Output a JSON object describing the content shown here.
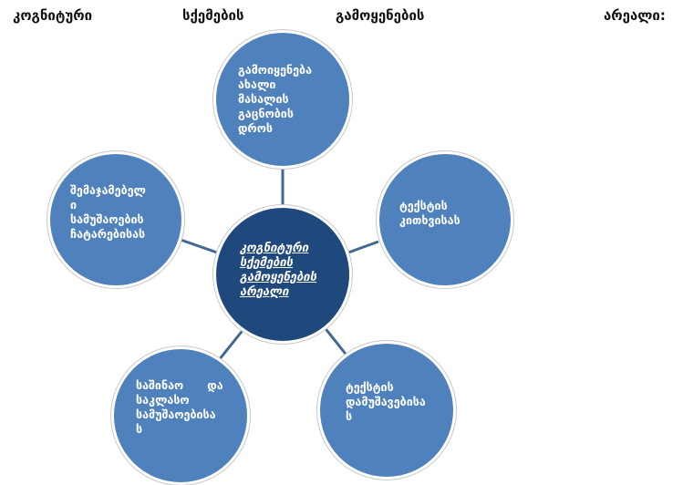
{
  "title": [
    "კოგნიტური",
    "სქემების",
    "გამოყენების",
    "არეალი:"
  ],
  "center": {
    "lines": [
      "კოგნიტური",
      "სქემების",
      "გამოყენების",
      "არეალი"
    ]
  },
  "nodes": {
    "top": {
      "lines": [
        "გამოიყენება",
        "ახალი",
        "მასალის",
        "გაცნობის",
        "დროს"
      ]
    },
    "right": {
      "lines": [
        "ტექსტის",
        "კითხვისას"
      ]
    },
    "left": {
      "lines": [
        "შემაჯამებელ",
        "ი",
        "სამუშაოების",
        "ჩატარებისას"
      ]
    },
    "bottom_left": {
      "lines": [
        "საშინაო      და",
        "საკლასო",
        "სამუშაოებისა",
        "ს"
      ]
    },
    "bottom_right": {
      "lines": [
        "ტექსტის",
        "დამუშავებისა",
        "ს"
      ]
    }
  },
  "colors": {
    "center": "#1f497d",
    "node": "#4f81bd",
    "connector": "#3f6893"
  }
}
